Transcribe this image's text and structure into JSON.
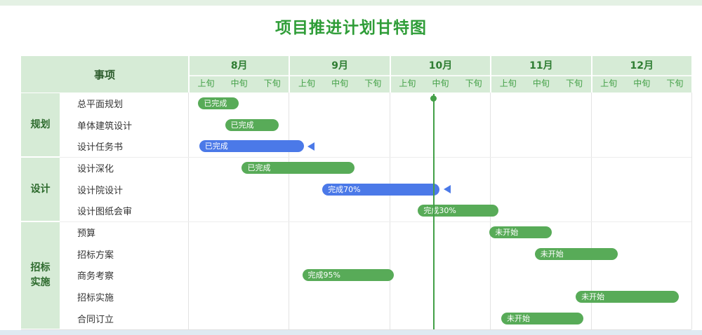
{
  "title": "项目推进计划甘特图",
  "header": {
    "item_col": "事项",
    "months": [
      "8月",
      "9月",
      "10月",
      "11月",
      "12月"
    ],
    "periods": [
      "上旬",
      "中旬",
      "下旬"
    ]
  },
  "chart_data": {
    "type": "gantt",
    "title": "项目推进计划甘特图",
    "x_axis": {
      "months": [
        "8月",
        "9月",
        "10月",
        "11月",
        "12月"
      ],
      "periods_per_month": [
        "上旬",
        "中旬",
        "下旬"
      ],
      "unit_note": "start/end measured in 旬 (one third of a month) from the start of 8月上旬; 15 units total"
    },
    "groups": [
      {
        "name": "规划",
        "tasks": [
          {
            "name": "总平面规划",
            "bar_label": "已完成",
            "start": 0.3,
            "end": 1.5,
            "color": "green",
            "arrow_marker": false
          },
          {
            "name": "单体建筑设计",
            "bar_label": "已完成",
            "start": 1.1,
            "end": 2.7,
            "color": "green",
            "arrow_marker": false
          },
          {
            "name": "设计任务书",
            "bar_label": "已完成",
            "start": 0.33,
            "end": 3.45,
            "color": "blue",
            "arrow_marker": true
          }
        ]
      },
      {
        "name": "设计",
        "tasks": [
          {
            "name": "设计深化",
            "bar_label": "已完成",
            "start": 1.6,
            "end": 4.95,
            "color": "green",
            "arrow_marker": false
          },
          {
            "name": "设计院设计",
            "bar_label": "完成70%",
            "start": 4.0,
            "end": 7.5,
            "color": "blue",
            "arrow_marker": true
          },
          {
            "name": "设计图纸会审",
            "bar_label": "完成30%",
            "start": 6.85,
            "end": 9.25,
            "color": "green",
            "arrow_marker": false
          }
        ]
      },
      {
        "name": "招标实施",
        "tasks": [
          {
            "name": "预算",
            "bar_label": "未开始",
            "start": 8.98,
            "end": 10.83,
            "color": "green",
            "arrow_marker": false
          },
          {
            "name": "招标方案",
            "bar_label": "未开始",
            "start": 10.33,
            "end": 12.8,
            "color": "green",
            "arrow_marker": false
          },
          {
            "name": "商务考察",
            "bar_label": "完成95%",
            "start": 3.4,
            "end": 6.13,
            "color": "green",
            "arrow_marker": false
          },
          {
            "name": "招标实施",
            "bar_label": "未开始",
            "start": 11.55,
            "end": 14.62,
            "color": "green",
            "arrow_marker": false
          },
          {
            "name": "合同订立",
            "bar_label": "未开始",
            "start": 9.33,
            "end": 11.78,
            "color": "green",
            "arrow_marker": false
          }
        ]
      }
    ],
    "today_marker": {
      "position": 7.32,
      "month": "10月",
      "period": "中旬"
    }
  },
  "colors": {
    "title_text": "#2f9d38",
    "header_bg": "#d6ebd6",
    "month_text": "#2e7d32",
    "period_text": "#43a047",
    "group_bg": "#d6ebd6",
    "group_text": "#2e6b2e",
    "task_text": "#333333",
    "bar_green": "#58ab58",
    "bar_blue": "#4b79e8",
    "today_line": "#43a047",
    "grid_line": "#e3e3e3"
  }
}
